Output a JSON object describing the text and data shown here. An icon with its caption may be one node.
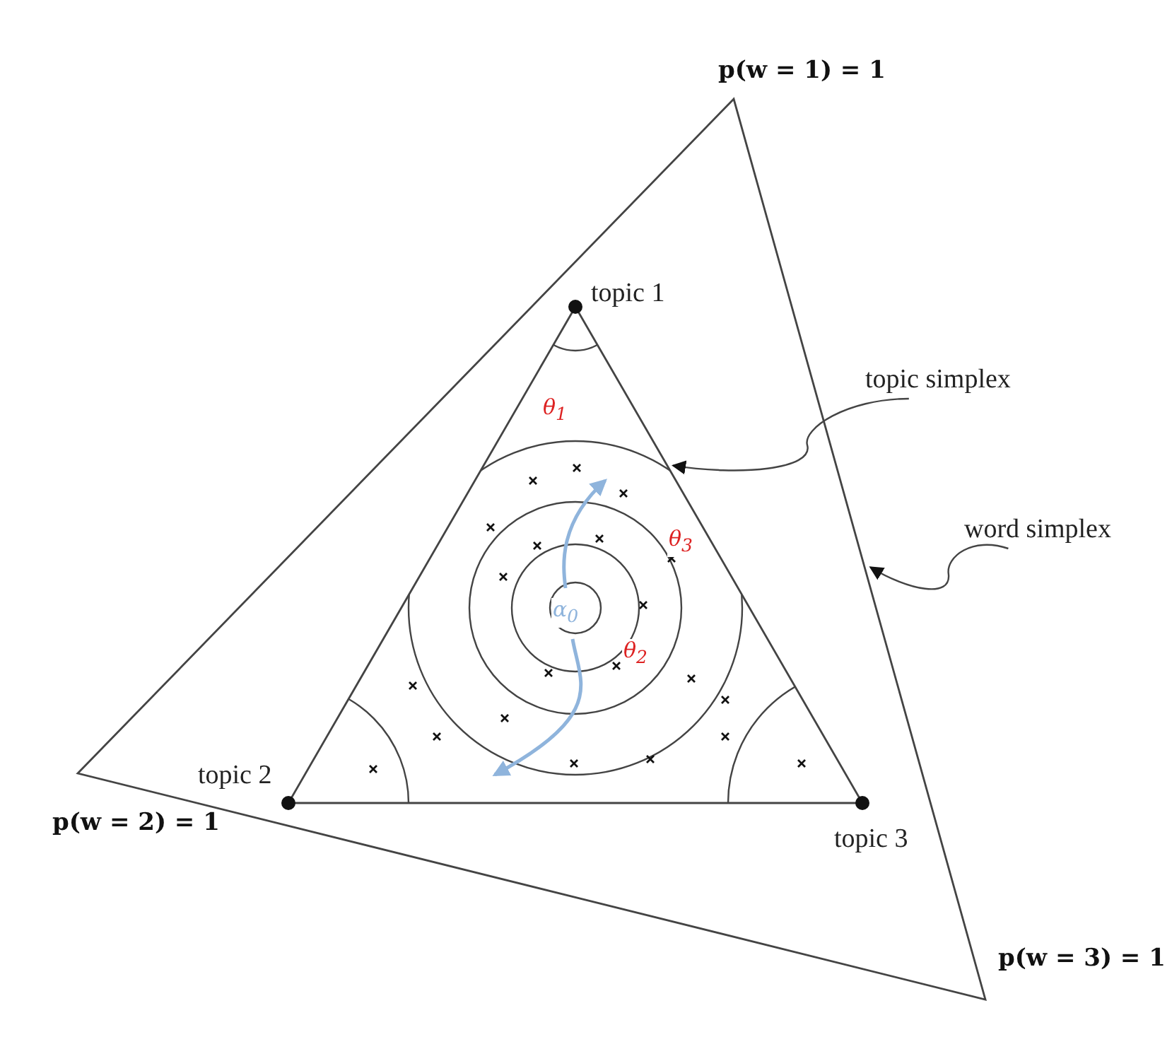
{
  "diagram": {
    "nodes": [
      {
        "text": [],
        "shape": "triangle"
      },
      {
        "text": [],
        "shape": "triangle",
        "in": 0
      },
      {
        "text": [
          "topic simplex"
        ]
      },
      {
        "text": [
          "word simplex"
        ]
      }
    ],
    "edges": [
      {
        "from": 2,
        "to": 1,
        "arrow": "to"
      },
      {
        "from": 3,
        "to": 0,
        "arrow": "to"
      }
    ],
    "labels": [
      "p(w = 1) = 1",
      "topic 1",
      "θ$_{1}$",
      "θ$_{3}$",
      "α$_{0}$",
      "θ$_{2}$",
      "topic 2",
      "p(w = 2) = 1",
      "topic 3",
      "p(w = 3) = 1"
    ]
  }
}
